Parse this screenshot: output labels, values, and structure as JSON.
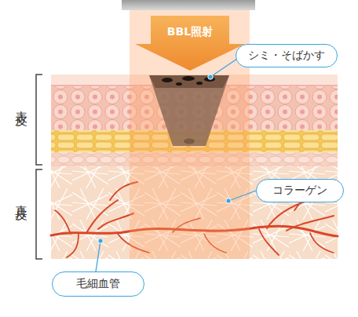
{
  "diagram": {
    "nodes": [
      {
        "text": [
          "BBL照射"
        ]
      },
      {
        "text": [
          "シミ・そばかす"
        ]
      },
      {
        "text": [
          "コラーゲン"
        ]
      },
      {
        "text": [
          "毛細血管"
        ]
      }
    ],
    "labels": [
      "表皮",
      "真皮"
    ]
  }
}
